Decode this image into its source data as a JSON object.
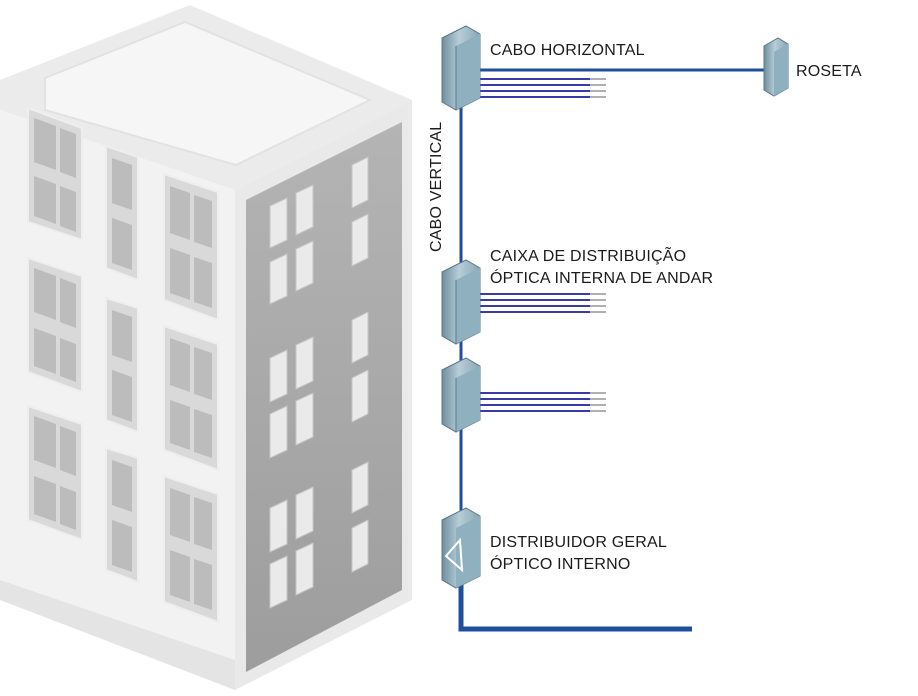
{
  "labels": {
    "horizontal_cable": "CABO HORIZONTAL",
    "outlet": "ROSETA",
    "vertical_cable": "CABO VERTICAL",
    "floor_box_line1": "CAIXA DE DISTRIBUIÇÃO",
    "floor_box_line2": "ÓPTICA INTERNA DE ANDAR",
    "main_distributor_line1": "DISTRIBUIDOR GERAL",
    "main_distributor_line2": "ÓPTICO INTERNO"
  },
  "colors": {
    "cable_blue": "#1f4f9c",
    "fiber_blue": "#3a3aa8",
    "fiber_grey": "#b0b0b0",
    "building_light": "#f1f1f1",
    "building_side": "#a9a9a9",
    "window_frame": "#d8d8d8",
    "window_glass": "#b5b5b5",
    "box_body": "#9fb7c4",
    "box_dark": "#5f7f8f"
  },
  "icons": {
    "building": "building-illustration",
    "distribution_box": "fiber-distribution-box-icon",
    "outlet": "optical-outlet-icon",
    "main_distributor": "main-distributor-icon"
  }
}
